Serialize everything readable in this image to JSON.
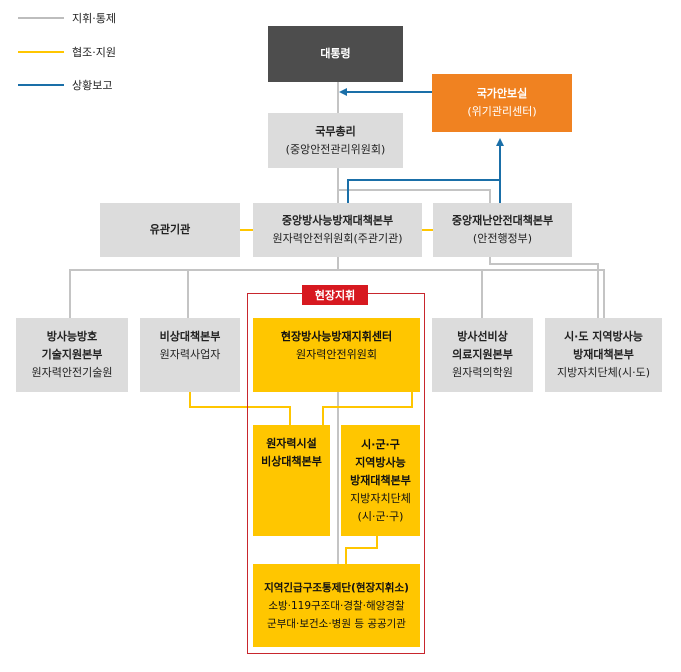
{
  "legend": [
    {
      "label": "지휘·통제",
      "color": "#bdbdbd"
    },
    {
      "label": "협조·지원",
      "color": "#ffc600"
    },
    {
      "label": "상황보고",
      "color": "#1a6fa8"
    }
  ],
  "nodes": {
    "president": {
      "title": "대통령"
    },
    "national_security": {
      "title": "국가안보실",
      "sub": "(위기관리센터)"
    },
    "prime_minister": {
      "title": "국무총리",
      "sub": "(중앙안전관리위원회)"
    },
    "related_agencies": {
      "title": "유관기관"
    },
    "central_radiation_hq": {
      "title": "중앙방사능방재대책본부",
      "sub": "원자력안전위원회(주관기관)"
    },
    "central_disaster_hq": {
      "title": "중앙재난안전대책본부",
      "sub": "(안전행정부)"
    },
    "field_command_tag": {
      "title": "현장지휘"
    },
    "tech_support_hq": {
      "line1": "방사능방호",
      "line2": "기술지원본부",
      "sub": "원자력안전기술원"
    },
    "emergency_hq": {
      "title": "비상대책본부",
      "sub": "원자력사업자"
    },
    "field_command_center": {
      "title": "현장방사능방재지휘센터",
      "sub": "원자력안전위원회"
    },
    "medical_support_hq": {
      "line1": "방사선비상",
      "line2": "의료지원본부",
      "sub": "원자력의학원"
    },
    "provincial_hq": {
      "line1": "시·도 지역방사능",
      "line2": "방재대책본부",
      "sub": "지방자치단체(시·도)"
    },
    "nuclear_facility_hq": {
      "line1": "원자력시설",
      "line2": "비상대책본부"
    },
    "local_hq": {
      "line1": "시·군·구",
      "line2": "지역방사능",
      "line3": "방재대책본부",
      "sub1": "지방자치단체",
      "sub2": "(시·군·구)"
    },
    "rescue_unit": {
      "title": "지역긴급구조통제단(현장지휘소)",
      "sub1": "소방·119구조대·경찰·해양경찰",
      "sub2": "군부대·보건소·병원 등 공공기관"
    }
  }
}
